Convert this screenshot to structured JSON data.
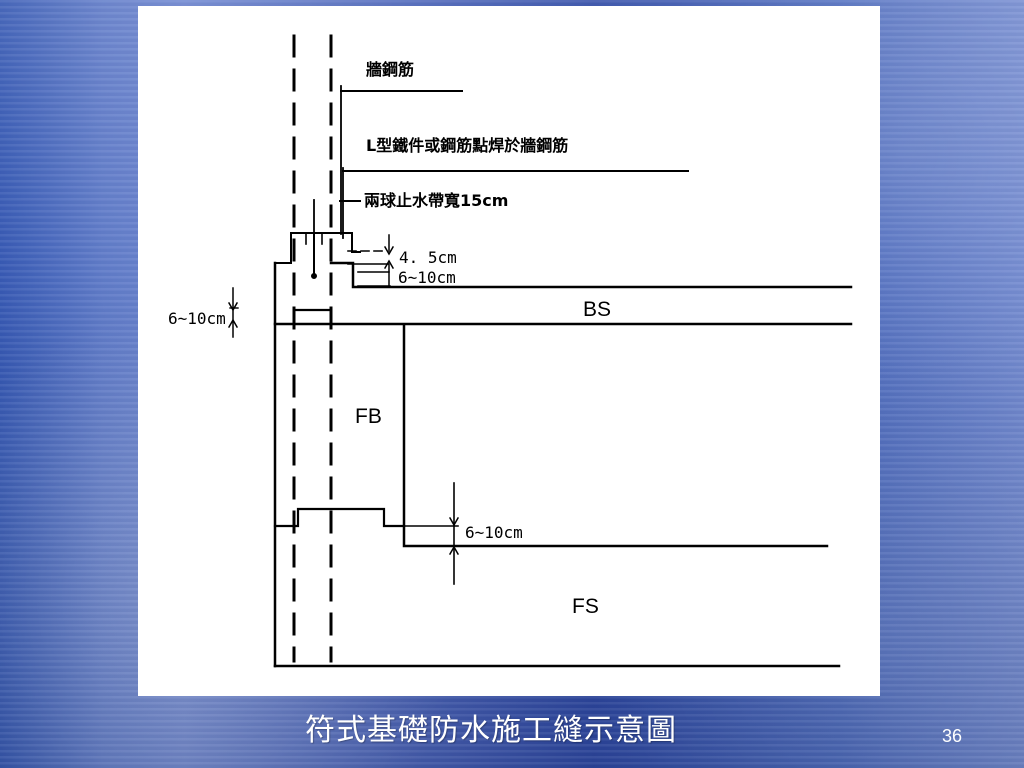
{
  "slide": {
    "caption": "符式基礎防水施工縫示意圖",
    "page_number": "36"
  },
  "diagram": {
    "labels": {
      "wall_rebar": "牆鋼筋",
      "l_shape_weld": "L型鐵件或鋼筋點焊於牆鋼筋",
      "waterstop_width": "兩球止水帶寬15cm",
      "dim_45": "4. 5cm",
      "dim_610_small": "6~10cm",
      "dim_610_left": "6~10cm",
      "dim_610_bottom": "6~10cm",
      "bs": "BS",
      "fb": "FB",
      "fs": "FS"
    }
  },
  "colors": {
    "background_main": "#4d66bb",
    "panel": "#ffffff",
    "line": "#000000",
    "caption": "#ffffff"
  }
}
